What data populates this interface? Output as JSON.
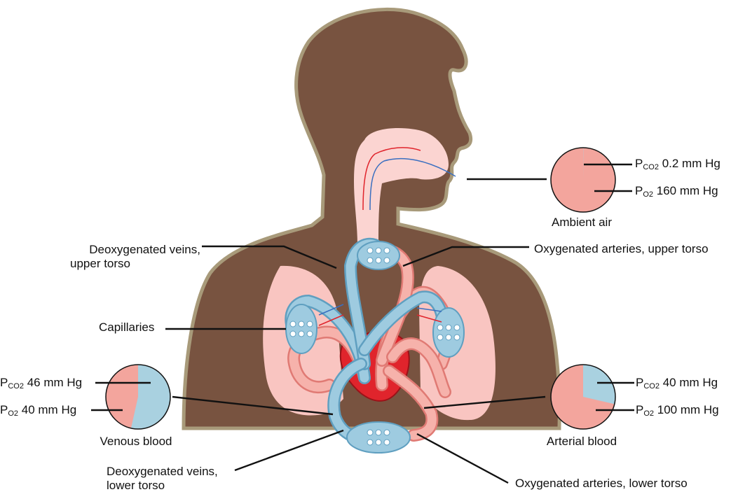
{
  "labels": {
    "deoxy_upper": [
      "Deoxygenated veins,",
      "upper torso"
    ],
    "oxy_upper": "Oxygenated arteries, upper torso",
    "capillaries": "Capillaries",
    "deoxy_lower": [
      "Deoxygenated veins,",
      "lower torso"
    ],
    "oxy_lower": "Oxygenated arteries, lower torso"
  },
  "pies": {
    "ambient": {
      "caption": "Ambient air",
      "pco2": {
        "p": "P",
        "sub": "CO2",
        "value": "0.2 mm Hg"
      },
      "po2": {
        "p": "P",
        "sub": "O2",
        "value": "160 mm Hg"
      },
      "co2_fraction": 0.0012
    },
    "venous": {
      "caption": "Venous blood",
      "pco2": {
        "p": "P",
        "sub": "CO2",
        "value": "46 mm Hg"
      },
      "po2": {
        "p": "P",
        "sub": "O2",
        "value": "40 mm Hg"
      },
      "co2_fraction": 0.535
    },
    "arterial": {
      "caption": "Arterial blood",
      "pco2": {
        "p": "P",
        "sub": "CO2",
        "value": "40 mm Hg"
      },
      "po2": {
        "p": "P",
        "sub": "O2",
        "value": "100 mm Hg"
      },
      "co2_fraction": 0.286
    }
  },
  "colors": {
    "body": "#785340",
    "body_outline": "#a89a7a",
    "lung": "#f9c5c1",
    "airway": "#fbd4d1",
    "o2": "#f3a59d",
    "co2": "#a9d1e0",
    "vein": "#9ecbe0",
    "vein_edge": "#5f9fc0",
    "artery": "#f6b2ab",
    "artery_edge": "#e07a74",
    "heart": "#e0242c",
    "arrow_red": "#e0242c",
    "arrow_blue": "#3a6fc0"
  }
}
